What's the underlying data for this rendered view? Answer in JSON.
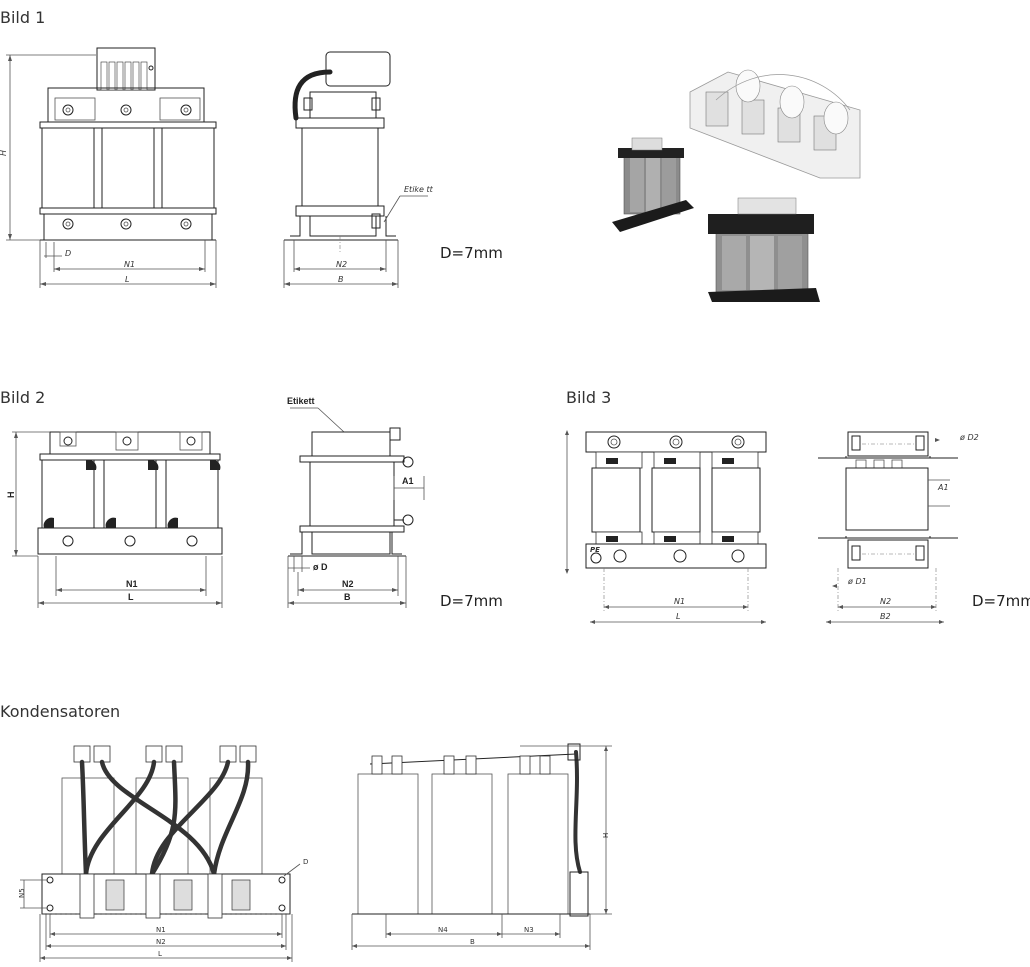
{
  "sections": {
    "bild1": "Bild 1",
    "bild2": "Bild 2",
    "bild3": "Bild 3",
    "kondensatoren": "Kondensatoren"
  },
  "d_values": {
    "bild1": "D=7mm",
    "bild2": "D=7mm",
    "bild3": "D=7mm"
  },
  "labels": {
    "bild1": {
      "H": "H",
      "D": "D",
      "N1": "N1",
      "L": "L",
      "N2": "N2",
      "B": "B",
      "etikett": "Etike tt"
    },
    "bild2": {
      "H": "H",
      "N1": "N1",
      "L": "L",
      "etikett": "Etikett",
      "A1": "A1",
      "D": "ø D",
      "N2": "N2",
      "B": "B"
    },
    "bild3": {
      "PE": "PE",
      "N1": "N1",
      "L": "L",
      "D2": "ø D2",
      "A1": "A1",
      "D1": "ø D1",
      "N2": "N2",
      "B2": "B2"
    },
    "kond": {
      "N5": "N5",
      "D": "D",
      "N1": "N1",
      "N2": "N2",
      "L": "L",
      "H": "H",
      "N4": "N4",
      "N3": "N3",
      "B": "B"
    }
  }
}
